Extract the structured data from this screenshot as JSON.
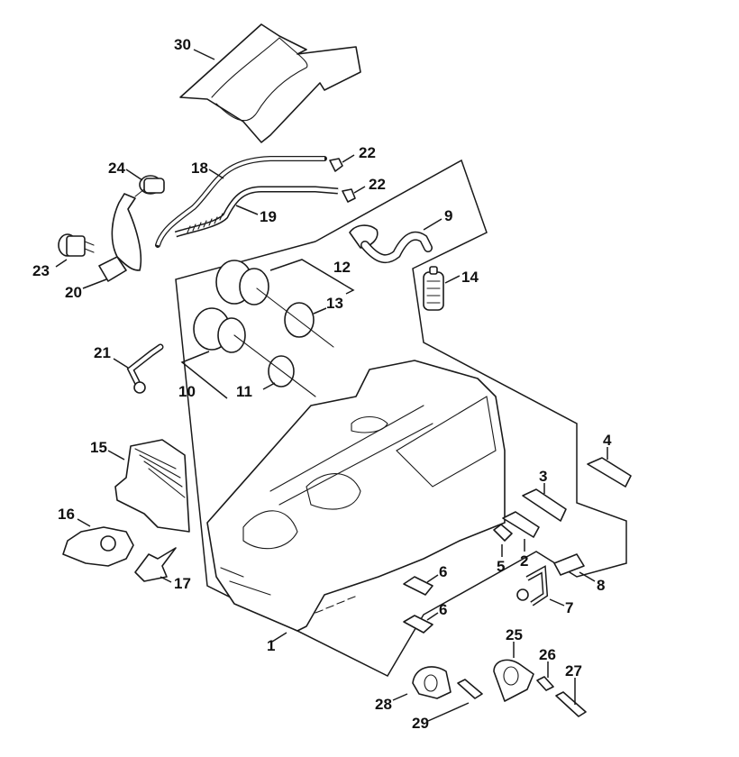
{
  "diagram": {
    "type": "exploded-parts-view",
    "subject": "chainsaw crankcase assembly",
    "callouts": [
      {
        "id": "1",
        "label": "1"
      },
      {
        "id": "2",
        "label": "2"
      },
      {
        "id": "3",
        "label": "3"
      },
      {
        "id": "4",
        "label": "4"
      },
      {
        "id": "5",
        "label": "5"
      },
      {
        "id": "6a",
        "label": "6"
      },
      {
        "id": "6b",
        "label": "6"
      },
      {
        "id": "7",
        "label": "7"
      },
      {
        "id": "8",
        "label": "8"
      },
      {
        "id": "9",
        "label": "9"
      },
      {
        "id": "10",
        "label": "10"
      },
      {
        "id": "11",
        "label": "11"
      },
      {
        "id": "12",
        "label": "12"
      },
      {
        "id": "13",
        "label": "13"
      },
      {
        "id": "14",
        "label": "14"
      },
      {
        "id": "15",
        "label": "15"
      },
      {
        "id": "16",
        "label": "16"
      },
      {
        "id": "17",
        "label": "17"
      },
      {
        "id": "18",
        "label": "18"
      },
      {
        "id": "19",
        "label": "19"
      },
      {
        "id": "20",
        "label": "20"
      },
      {
        "id": "21",
        "label": "21"
      },
      {
        "id": "22a",
        "label": "22"
      },
      {
        "id": "22b",
        "label": "22"
      },
      {
        "id": "23",
        "label": "23"
      },
      {
        "id": "24",
        "label": "24"
      },
      {
        "id": "25",
        "label": "25"
      },
      {
        "id": "26",
        "label": "26"
      },
      {
        "id": "27",
        "label": "27"
      },
      {
        "id": "28",
        "label": "28"
      },
      {
        "id": "29",
        "label": "29"
      },
      {
        "id": "30",
        "label": "30"
      }
    ]
  }
}
